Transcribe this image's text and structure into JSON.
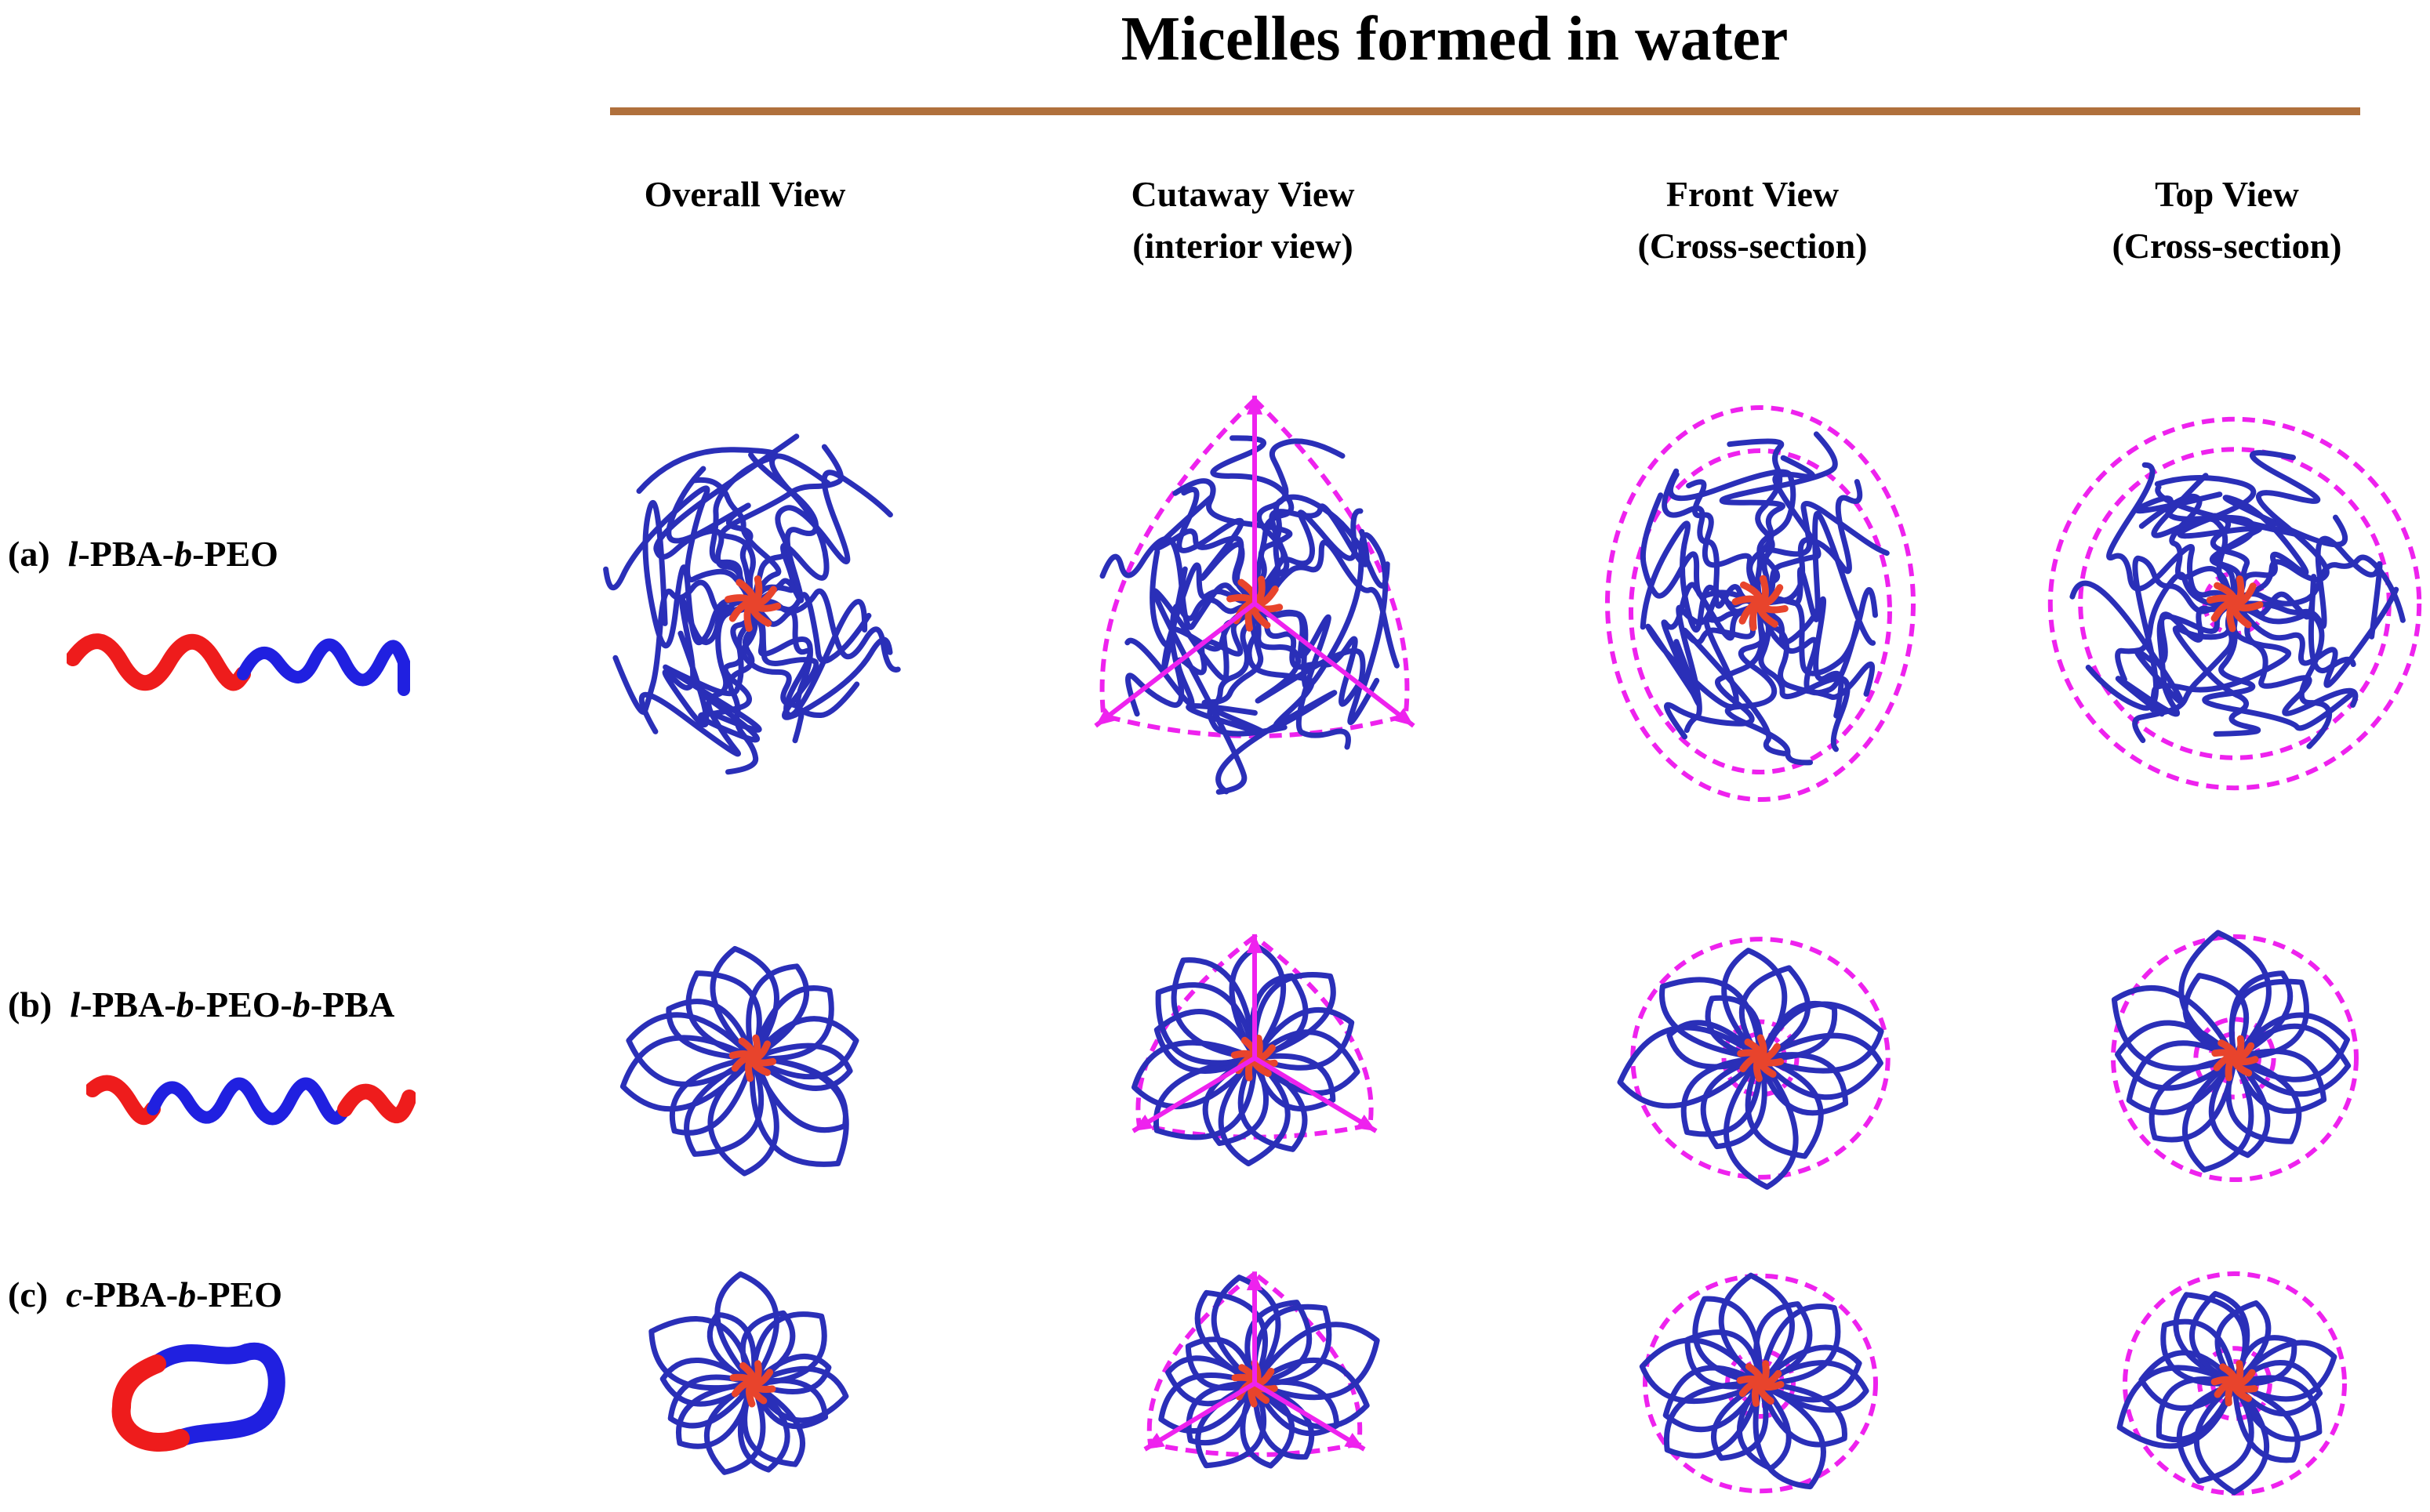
{
  "title": "Micelles formed in water",
  "columns": [
    {
      "line1": "Overall View",
      "line2": ""
    },
    {
      "line1": "Cutaway View",
      "line2": "(interior view)"
    },
    {
      "line1": "Front View",
      "line2": "(Cross-section)"
    },
    {
      "line1": "Top View",
      "line2": "(Cross-section)"
    }
  ],
  "rows": [
    {
      "prefix": "(a)",
      "name_parts": [
        {
          "t": "l",
          "i": true
        },
        {
          "t": "-PBA-",
          "i": false
        },
        {
          "t": "b",
          "i": true
        },
        {
          "t": "-PEO",
          "i": false
        }
      ],
      "polymer": "linear-diblock"
    },
    {
      "prefix": "(b)",
      "name_parts": [
        {
          "t": "l",
          "i": true
        },
        {
          "t": "-PBA-",
          "i": false
        },
        {
          "t": "b",
          "i": true
        },
        {
          "t": "-PEO-",
          "i": false
        },
        {
          "t": "b",
          "i": true
        },
        {
          "t": "-PBA",
          "i": false
        }
      ],
      "polymer": "linear-triblock"
    },
    {
      "prefix": "(c)",
      "name_parts": [
        {
          "t": "c",
          "i": true
        },
        {
          "t": "-PBA-",
          "i": false
        },
        {
          "t": "b",
          "i": true
        },
        {
          "t": "-PEO",
          "i": false
        }
      ],
      "polymer": "cyclic-diblock"
    }
  ],
  "colors": {
    "peo": "#2a2fb8",
    "pba": "#ee1c1c",
    "core": "#e8442c",
    "guide": "#ee22ee",
    "rule": "#b0703c"
  }
}
